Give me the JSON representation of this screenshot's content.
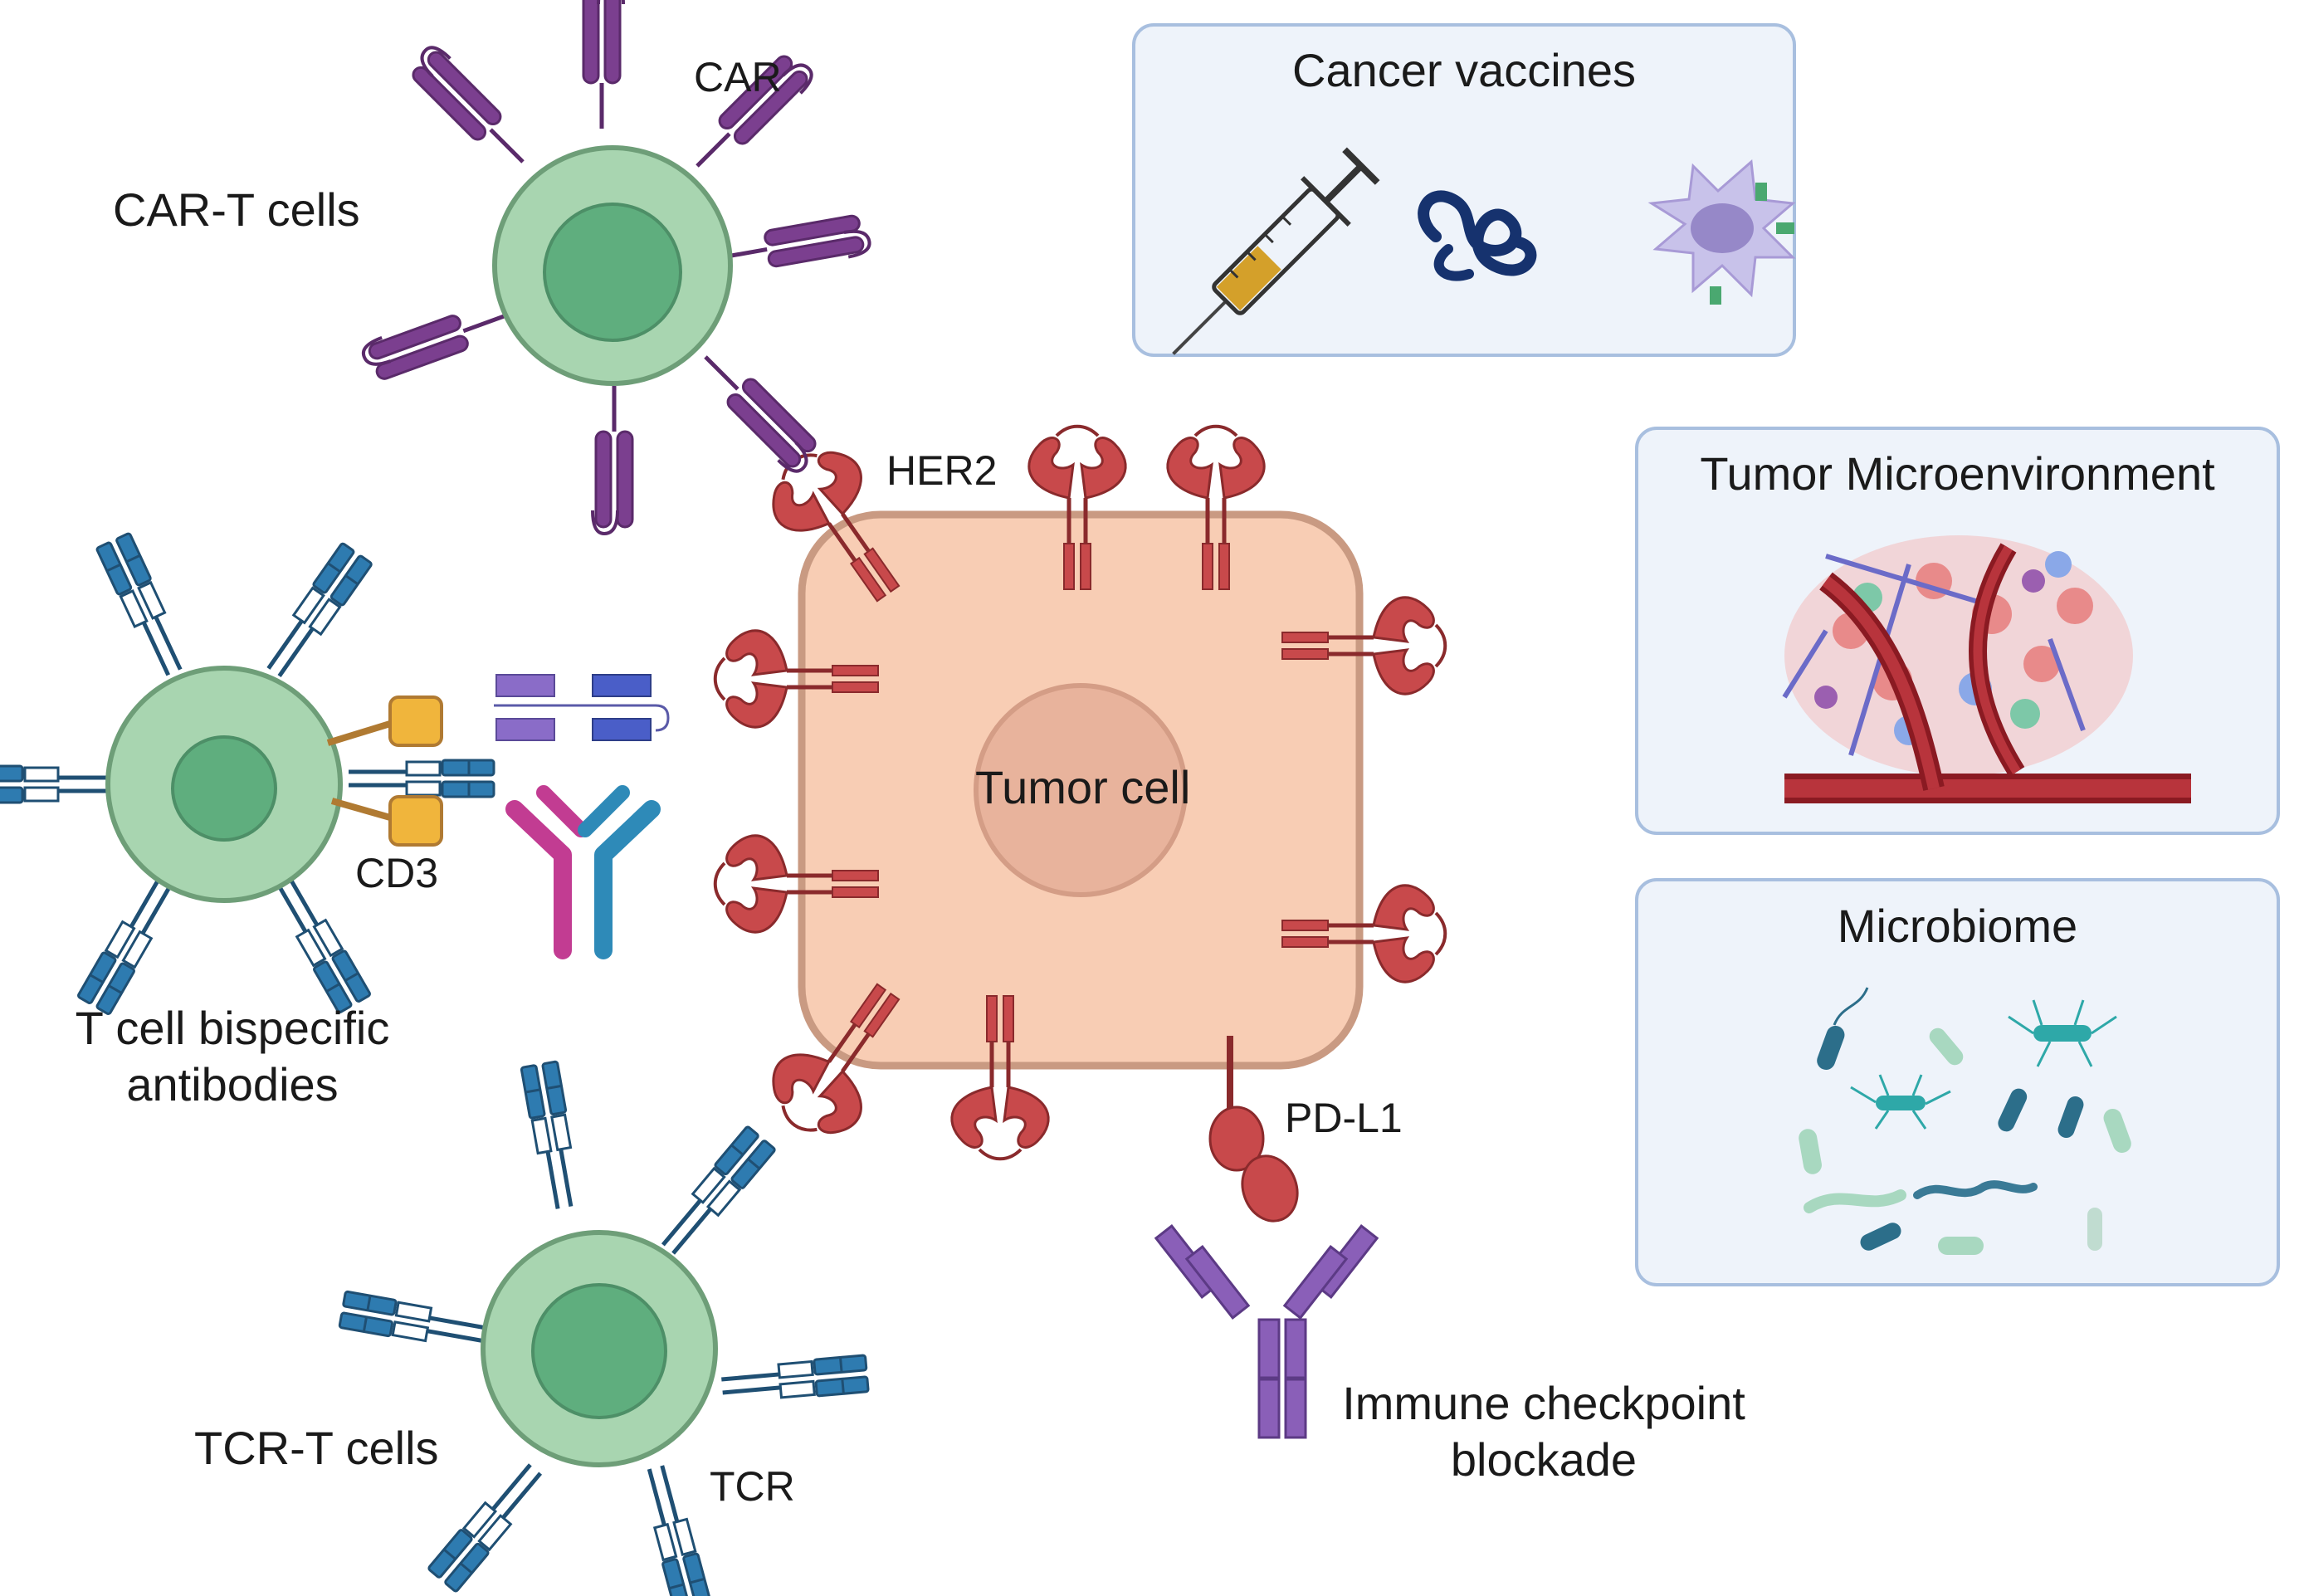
{
  "labels": {
    "car_t": "CAR-T cells",
    "car": "CAR",
    "her2": "HER2",
    "tumor_cell": "Tumor cell",
    "cd3": "CD3",
    "bispecific_line1": "T cell bispecific",
    "bispecific_line2": "antibodies",
    "tcr_t": "TCR-T cells",
    "tcr": "TCR",
    "pdl1": "PD-L1",
    "checkpoint_line1": "Immune checkpoint",
    "checkpoint_line2": "blockade"
  },
  "panels": {
    "vaccines": {
      "title": "Cancer vaccines"
    },
    "tme": {
      "title": "Tumor Microenvironment"
    },
    "microbiome": {
      "title": "Microbiome"
    }
  },
  "colors": {
    "cell_fill": "#a8d5b0",
    "cell_nucleus": "#5fae7e",
    "car_purple": "#7b3f8f",
    "tcr_blue": "#2e7bb0",
    "her2_red": "#c8494b",
    "tumor_fill": "#f8cdb4",
    "tumor_border": "#c99a82",
    "cd3_orange": "#f0b53c",
    "checkpoint_purple": "#8a5fb8",
    "panel_bg": "#eef3fa",
    "panel_border": "#a8bfdf"
  }
}
